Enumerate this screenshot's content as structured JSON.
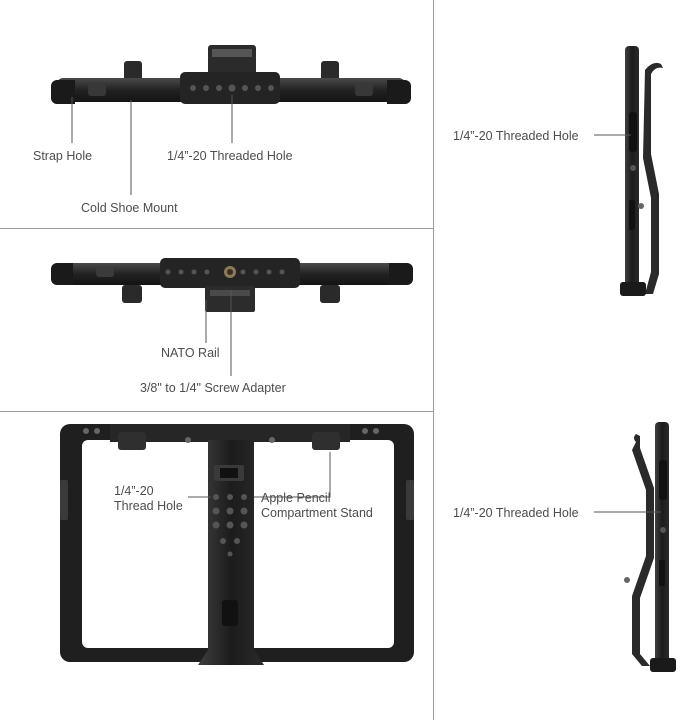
{
  "colors": {
    "background": "#ffffff",
    "divider": "#9a9a9a",
    "metal": "#1e1e1e",
    "metal_edge": "#3c3c3c",
    "label_text": "#4d4d4d",
    "leader_line": "#555555"
  },
  "panels": {
    "top_view": {
      "callouts": {
        "strap_hole": "Strap Hole",
        "threaded_hole": "1/4”-20 Threaded Hole",
        "cold_shoe": "Cold Shoe Mount"
      }
    },
    "bottom_view": {
      "callouts": {
        "nato_rail": "NATO Rail",
        "screw_adapter": "3/8\" to 1/4\" Screw Adapter"
      }
    },
    "front_view": {
      "callouts": {
        "threaded_hole": "1/4”-20\nThread Hole",
        "pencil_stand": "Apple Pencil\nCompartment Stand"
      }
    },
    "side_view_top": {
      "callouts": {
        "threaded_hole": "1/4”-20 Threaded Hole"
      }
    },
    "side_view_bottom": {
      "callouts": {
        "threaded_hole": "1/4”-20 Threaded Hole"
      }
    }
  }
}
